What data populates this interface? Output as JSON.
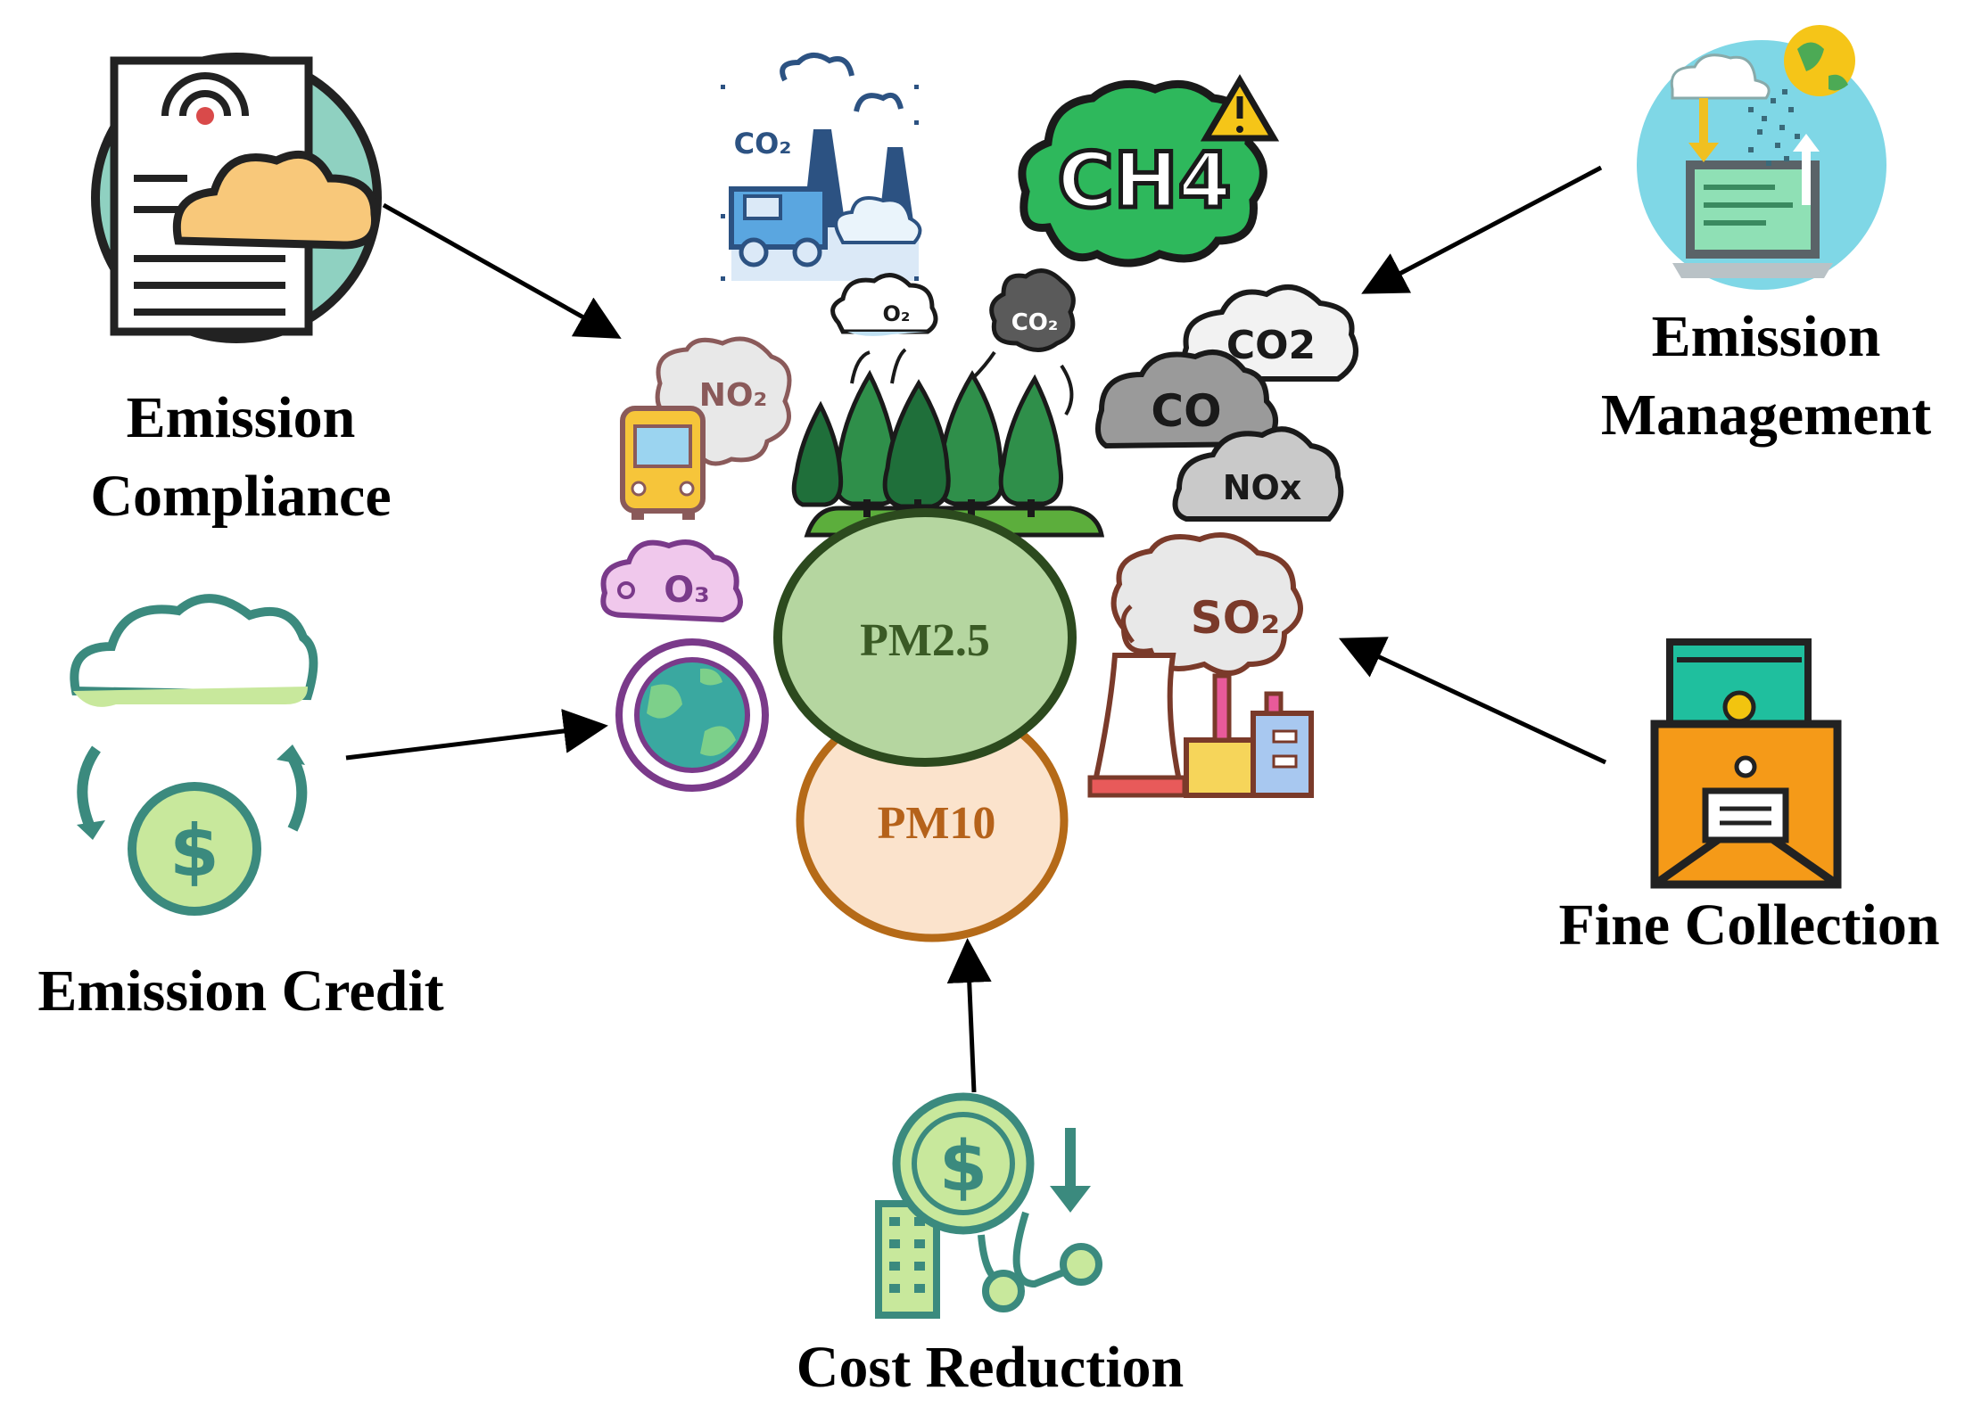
{
  "labels": {
    "emission_compliance": [
      "Emission",
      "Compliance"
    ],
    "emission_management": [
      "Emission",
      "Management"
    ],
    "emission_credit": "Emission Credit",
    "fine_collection": "Fine Collection",
    "cost_reduction": "Cost Reduction"
  },
  "circles": {
    "pm25": "PM2.5",
    "pm10": "PM10"
  },
  "pollutant_text": {
    "ch4": "CH4",
    "co2_cloud": "CO2",
    "co": "CO",
    "nox": "NOx",
    "no2": "NO₂",
    "o3": "O₃",
    "so2": "SO₂",
    "o2_small": "O₂",
    "co2_small": "CO₂",
    "co2_factory": "CO₂"
  },
  "icons": {
    "compliance": "document-cloud-icon",
    "management": "laptop-cloud-globe-icon",
    "credit": "cloud-dollar-cycle-icon",
    "fine": "envelope-money-icon",
    "cost": "dollar-down-arrow-icon",
    "factory_truck": "factory-truck-co2-icon",
    "methane": "methane-cloud-warning-icon",
    "trees": "forest-o2-co2-icon",
    "bus": "bus-no2-icon",
    "earth": "earth-o3-icon",
    "gas_clouds": "gas-clouds-icon",
    "power_plant": "power-plant-so2-icon"
  },
  "colors": {
    "pm25_fill": "#b5d6a0",
    "pm25_stroke": "#2c4a1e",
    "pm25_text": "#3a5a25",
    "pm10_fill": "#fbe3cc",
    "pm10_stroke": "#b56a18",
    "pm10_text": "#b5621a",
    "methane": "#2eb85c",
    "teal": "#3b8a7e",
    "orange": "#f59a18"
  }
}
